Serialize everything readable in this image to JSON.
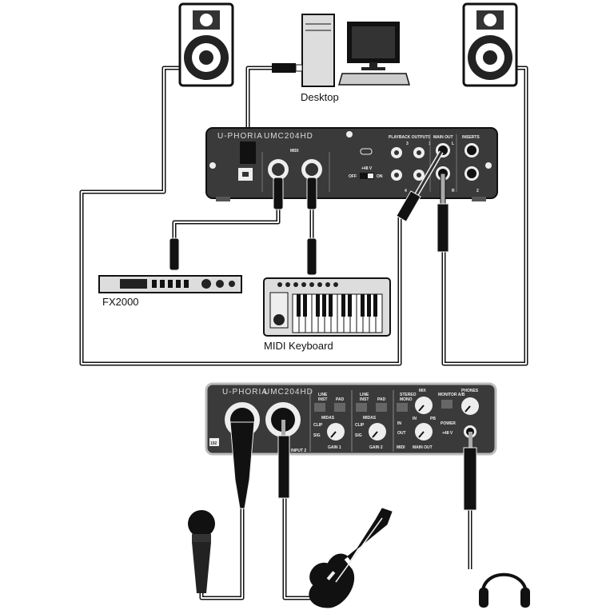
{
  "labels": {
    "desktop": "Desktop",
    "fx2000": "FX2000",
    "midi_keyboard": "MIDI Keyboard"
  },
  "rear_panel": {
    "brand": "U-PHORIA",
    "model": "UMC204HD",
    "midi": "MIDI",
    "phantom": "+48 V",
    "off": "OFF",
    "on": "ON",
    "playback_outputs": "PLAYBACK OUTPUTS",
    "main_out": "MAIN OUT",
    "inserts": "INSERTS",
    "ch3": "3",
    "ch4": "4",
    "ch1": "1",
    "ch2": "2",
    "l": "L",
    "r": "R"
  },
  "front_panel": {
    "brand": "U-PHORIA",
    "model": "UMC204HD",
    "line": "LINE",
    "inst": "INST",
    "pad": "PAD",
    "midas": "MIDAS",
    "clip": "CLIP",
    "sig": "SIG",
    "gain1": "GAIN 1",
    "gain2": "GAIN 2",
    "stereo": "STEREO",
    "mono": "MONO",
    "mix": "MIX",
    "in": "IN",
    "pb": "PB",
    "out": "OUT",
    "midi": "MIDI",
    "main_out": "MAIN OUT",
    "monitor": "MONITOR A/B",
    "power": "POWER",
    "phantom": "+48 V",
    "phones": "PHONES",
    "input2": "INPUT 2",
    "badge": "192"
  },
  "colors": {
    "panel": "#3a3a3a",
    "cable": "#222222",
    "outline": "#111111"
  }
}
